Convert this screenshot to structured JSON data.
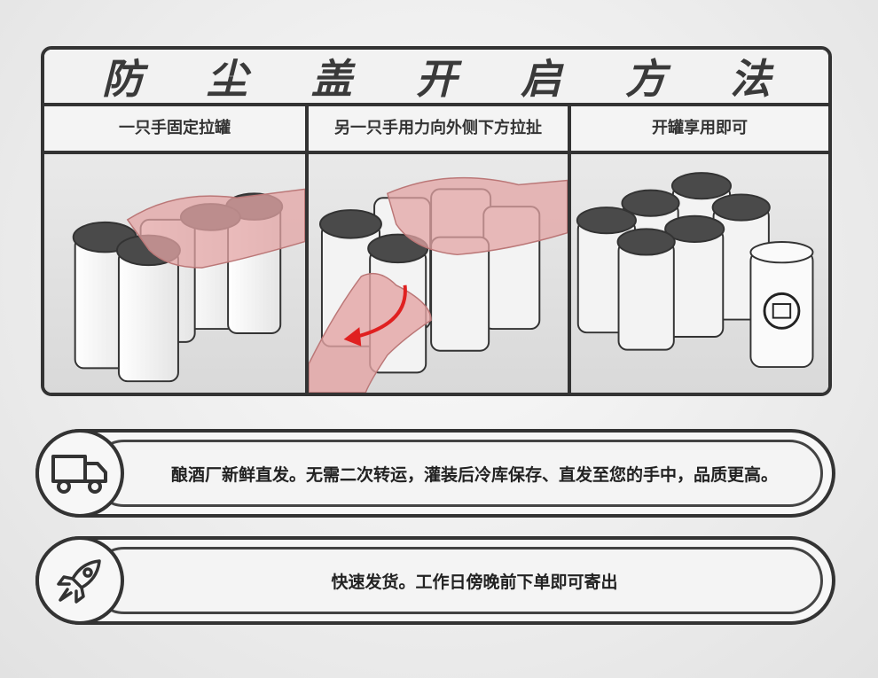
{
  "title": "防 尘 盖 开 启 方 法",
  "steps": [
    {
      "label": "一只手固定拉罐"
    },
    {
      "label": "另一只手用力向外侧下方拉扯"
    },
    {
      "label": "开罐享用即可"
    }
  ],
  "features": [
    {
      "icon": "truck-icon",
      "text": "酿酒厂新鲜直发。无需二次转运，灌装后冷库保存、直发至您的手中，品质更高。"
    },
    {
      "icon": "rocket-icon",
      "text": "快速发货。工作日傍晚前下单即可寄出"
    }
  ],
  "colors": {
    "frame": "#333333",
    "arrow": "#e02020",
    "hand": "#e3a4a4",
    "lid": "#4a4a4a"
  }
}
